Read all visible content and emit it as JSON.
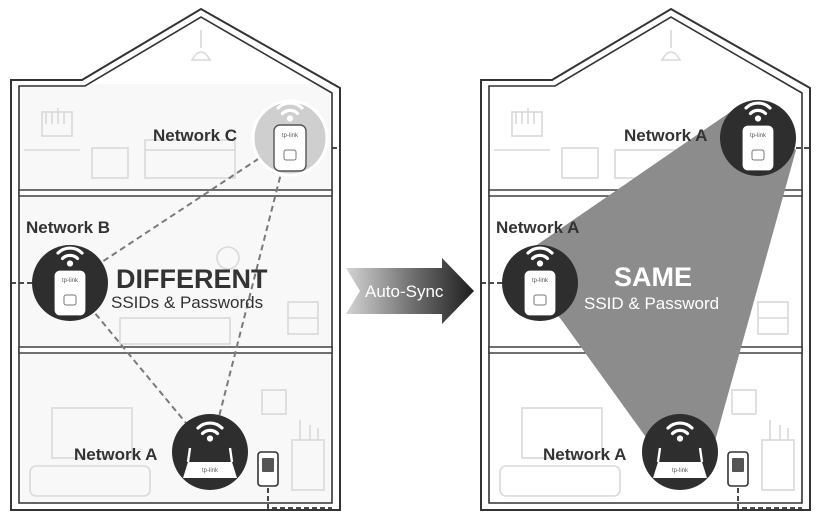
{
  "left_panel": {
    "label_top": "Network C",
    "label_middle": "Network B",
    "label_bottom": "Network A",
    "headline": "DIFFERENT",
    "subline": "SSIDs & Passwords"
  },
  "arrow": {
    "label": "Auto-Sync"
  },
  "right_panel": {
    "label_top": "Network A",
    "label_middle": "Network A",
    "label_bottom": "Network A",
    "headline": "SAME",
    "subline": "SSID & Password"
  },
  "device_logo_text": "tp-link",
  "colors": {
    "outline": "#333333",
    "faint_furniture": "#d9d9d9",
    "left_floor_fill": "#f7f7f7",
    "light_extender": "#cfcfcf",
    "dark_device": "#2e2e2e",
    "coverage_fill": "#8c8c8c",
    "arrow_dark": "#1e1e1e",
    "arrow_light": "#d0d0d0"
  }
}
